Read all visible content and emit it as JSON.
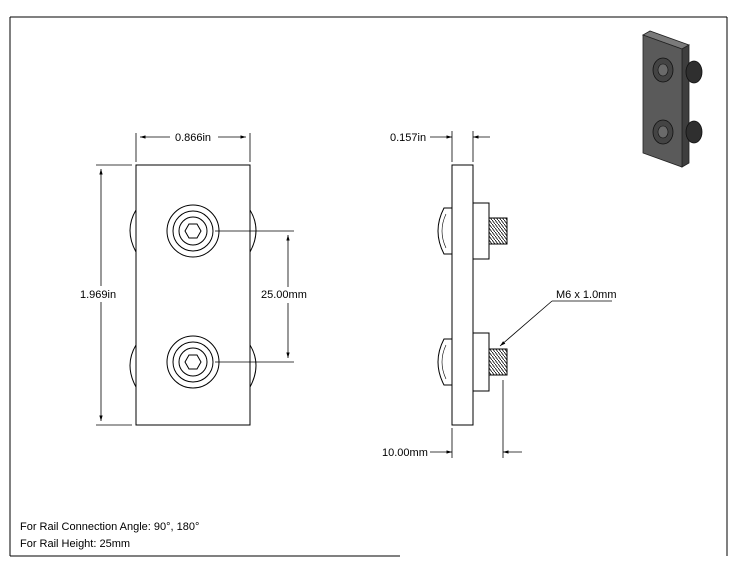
{
  "dimensions": {
    "top_width": "0.866in",
    "height": "1.969in",
    "hole_spacing": "25.00mm",
    "thickness": "0.157in",
    "thread": "M6 x 1.0mm",
    "bolt_length": "10.00mm"
  },
  "notes": {
    "angle": "For Rail Connection Angle: 90°, 180°",
    "rail_height": "For Rail Height: 25mm"
  },
  "colors": {
    "line": "#000000",
    "plate_iso": "#5a5a5a",
    "bolt_iso": "#3a3a3a"
  }
}
